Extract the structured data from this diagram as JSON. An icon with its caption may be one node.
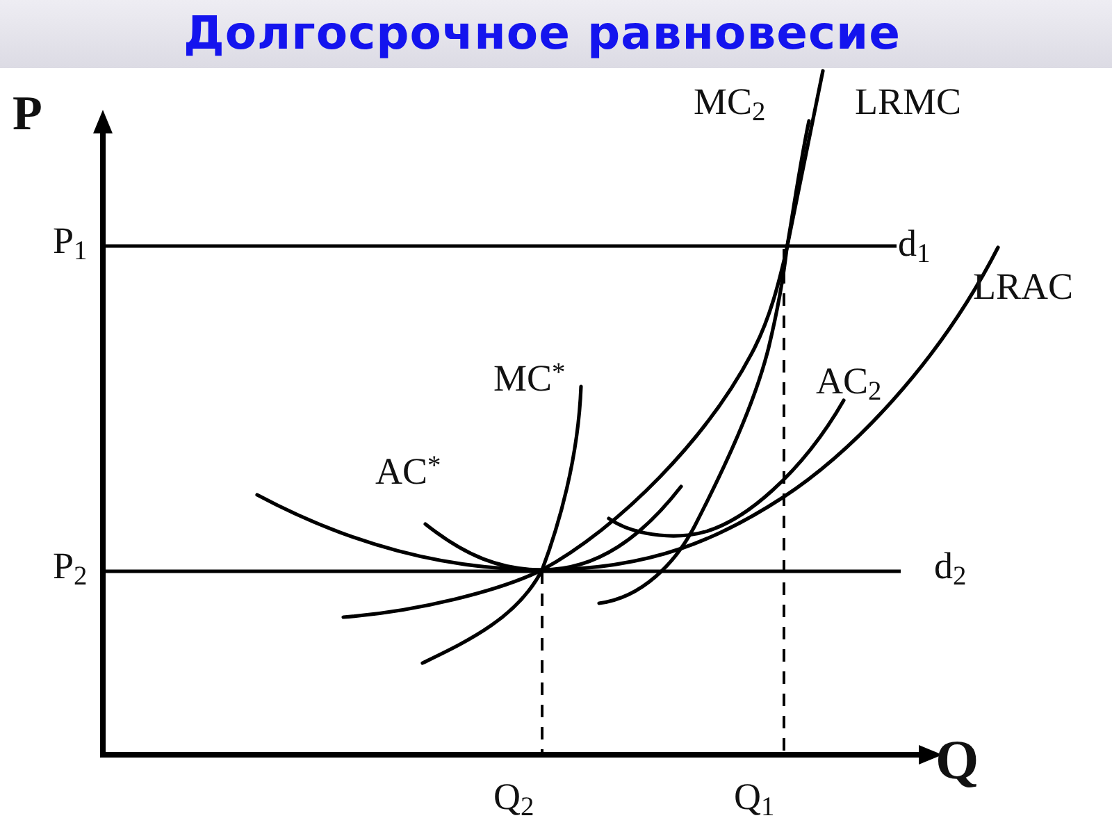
{
  "diagram": {
    "title": "Долгосрочное равновесие",
    "labels": [
      "P",
      "MC$_{2}$",
      "LRMC",
      "P$_{1}$",
      "d$_{1}$",
      "LRAC",
      "MC$^{*}$",
      "AC$_{2}$",
      "AC$^{*}$",
      "P$_{2}$",
      "d$_{2}$",
      "Q",
      "Q$_{2}$",
      "Q$_{1}$"
    ]
  }
}
